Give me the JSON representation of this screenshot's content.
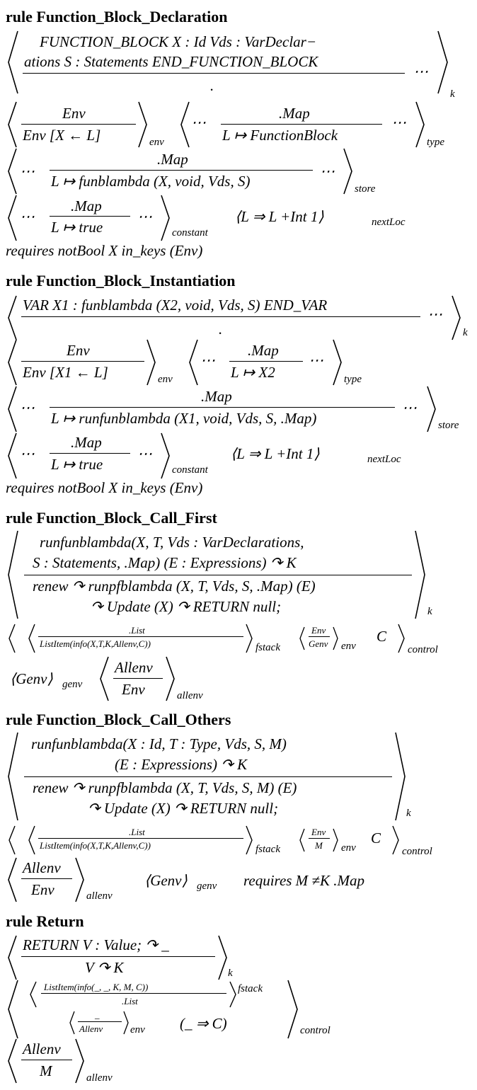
{
  "rules": [
    {
      "title": "rule Function_Block_Declaration",
      "k_top_1": "FUNCTION_BLOCK X : Id Vds : VarDeclar−",
      "k_top_2": "ations S : Statements END_FUNCTION_BLOCK",
      "k_bottom": ".",
      "ellipsis": "⋯",
      "k_label": "k",
      "env_top": "Env",
      "env_bottom": "Env [X ← L]",
      "env_label": "env",
      "type_top": ".Map",
      "type_bottom": "L ↦ FunctionBlock",
      "type_label": "type",
      "store_top": ".Map",
      "store_bottom": "L ↦ funblambda (X, void, Vds, S)",
      "store_label": "store",
      "const_top": ".Map",
      "const_bottom": "L ↦ true",
      "const_label": "constant",
      "nextloc": "⟨L ⇒ L +Int 1⟩",
      "nextloc_label": "nextLoc",
      "requires": "requires notBool X in_keys (Env)"
    },
    {
      "title": "rule Function_Block_Instantiation",
      "k_top": "VAR X1 : funblambda (X2, void, Vds, S) END_VAR",
      "k_bottom": ".",
      "env_top": "Env",
      "env_bottom": "Env [X1 ← L]",
      "type_top": ".Map",
      "type_bottom": "L ↦ X2",
      "store_top": ".Map",
      "store_bottom": "L ↦ runfunblambda (X1, void, Vds, S, .Map)",
      "const_top": ".Map",
      "const_bottom": "L ↦ true",
      "nextloc": "⟨L ⇒ L +Int 1⟩",
      "requires": "requires notBool X in_keys (Env)"
    },
    {
      "title": "rule Function_Block_Call_First",
      "k_top_1": "runfunblambda(X, T, Vds : VarDeclarations,",
      "k_top_2": "S : Statements, .Map) (E : Expressions) ↷ K",
      "k_bottom_1": "renew ↷ runpfblambda (X, T, Vds, S, .Map) (E)",
      "k_bottom_2": "↷ Update (X) ↷ RETURN null;",
      "fstack_top": ".List",
      "fstack_bottom": "ListItem(info(X,T,K,Allenv,C))",
      "fstack_label": "fstack",
      "cenv_top": "Env",
      "cenv_bottom": "Genv",
      "control_c": "C",
      "control_label": "control",
      "genv": "⟨Genv⟩",
      "genv_label": "genv",
      "allenv_top": "Allenv",
      "allenv_bottom": "Env",
      "allenv_label": "allenv"
    },
    {
      "title": "rule Function_Block_Call_Others",
      "k_top_1": "runfunblambda(X : Id, T : Type, Vds, S, M)",
      "k_top_2": "(E : Expressions) ↷ K",
      "k_bottom_1": "renew ↷ runpfblambda (X, T, Vds, S, M) (E)",
      "k_bottom_2": "↷ Update (X) ↷ RETURN null;",
      "fstack_top": ".List",
      "fstack_bottom": "ListItem(info(X,T,K,Allenv,C))",
      "cenv_top": "Env",
      "cenv_bottom": "M",
      "control_c": "C",
      "allenv_top": "Allenv",
      "allenv_bottom": "Env",
      "genv": "⟨Genv⟩",
      "requires": "requires M ≠K .Map"
    },
    {
      "title": "rule Return",
      "k_top": "RETURN V : Value; ↷ _",
      "k_bottom": "V ↷ K",
      "fstack_top": "ListItem(info(_, _, K, M, C))",
      "fstack_bottom": ".List",
      "env_top": "_",
      "env_bottom": "Allenv",
      "arrow": "(_ ⇒ C)",
      "allenv_top": "Allenv",
      "allenv_bottom": "M"
    }
  ]
}
